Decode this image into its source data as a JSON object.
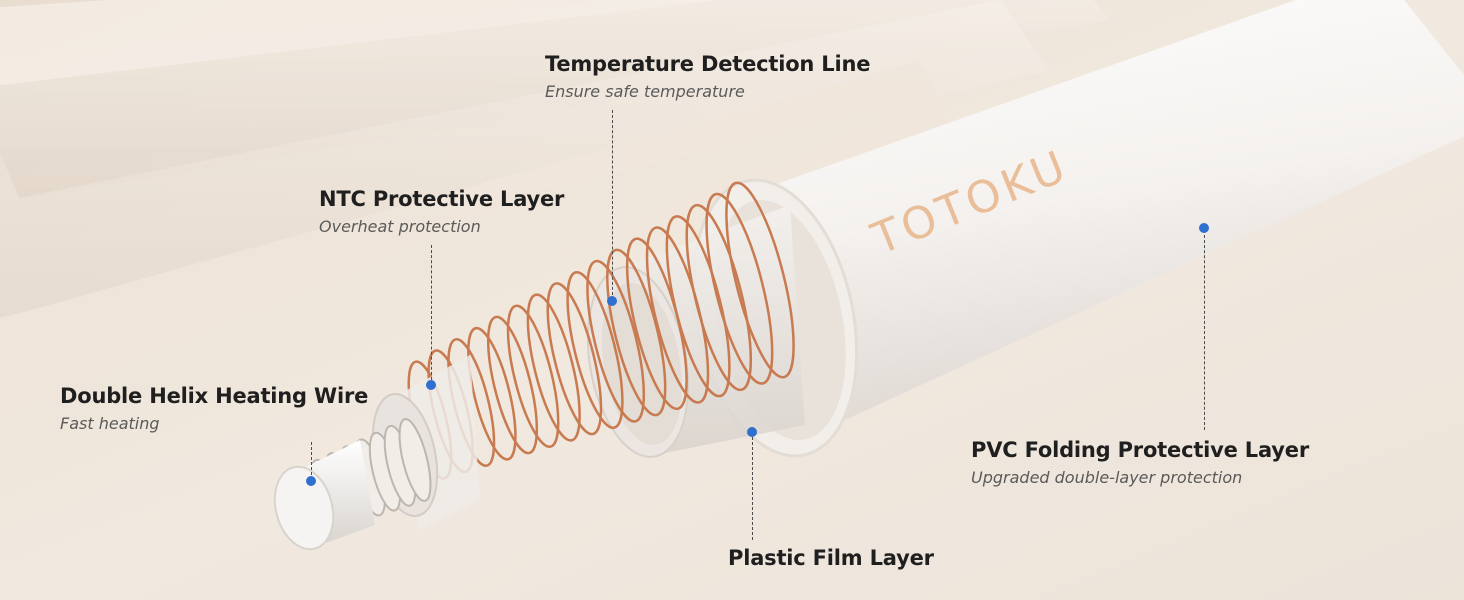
{
  "brand_text": "TOTOKU",
  "colors": {
    "background": "#efe6dc",
    "accent_dot": "#2f6fd0",
    "copper": "#c87a50",
    "tube": "#f8f6f3",
    "brand_text": "#e8b98f"
  },
  "labels": {
    "temperature_detection": {
      "title": "Temperature Detection Line",
      "subtitle": "Ensure safe temperature"
    },
    "ntc_layer": {
      "title": "NTC Protective Layer",
      "subtitle": "Overheat protection"
    },
    "double_helix": {
      "title": "Double Helix Heating Wire",
      "subtitle": "Fast heating"
    },
    "pvc_layer": {
      "title": "PVC Folding Protective Layer",
      "subtitle": "Upgraded double-layer protection"
    },
    "plastic_film": {
      "title": "Plastic Film Layer"
    }
  }
}
